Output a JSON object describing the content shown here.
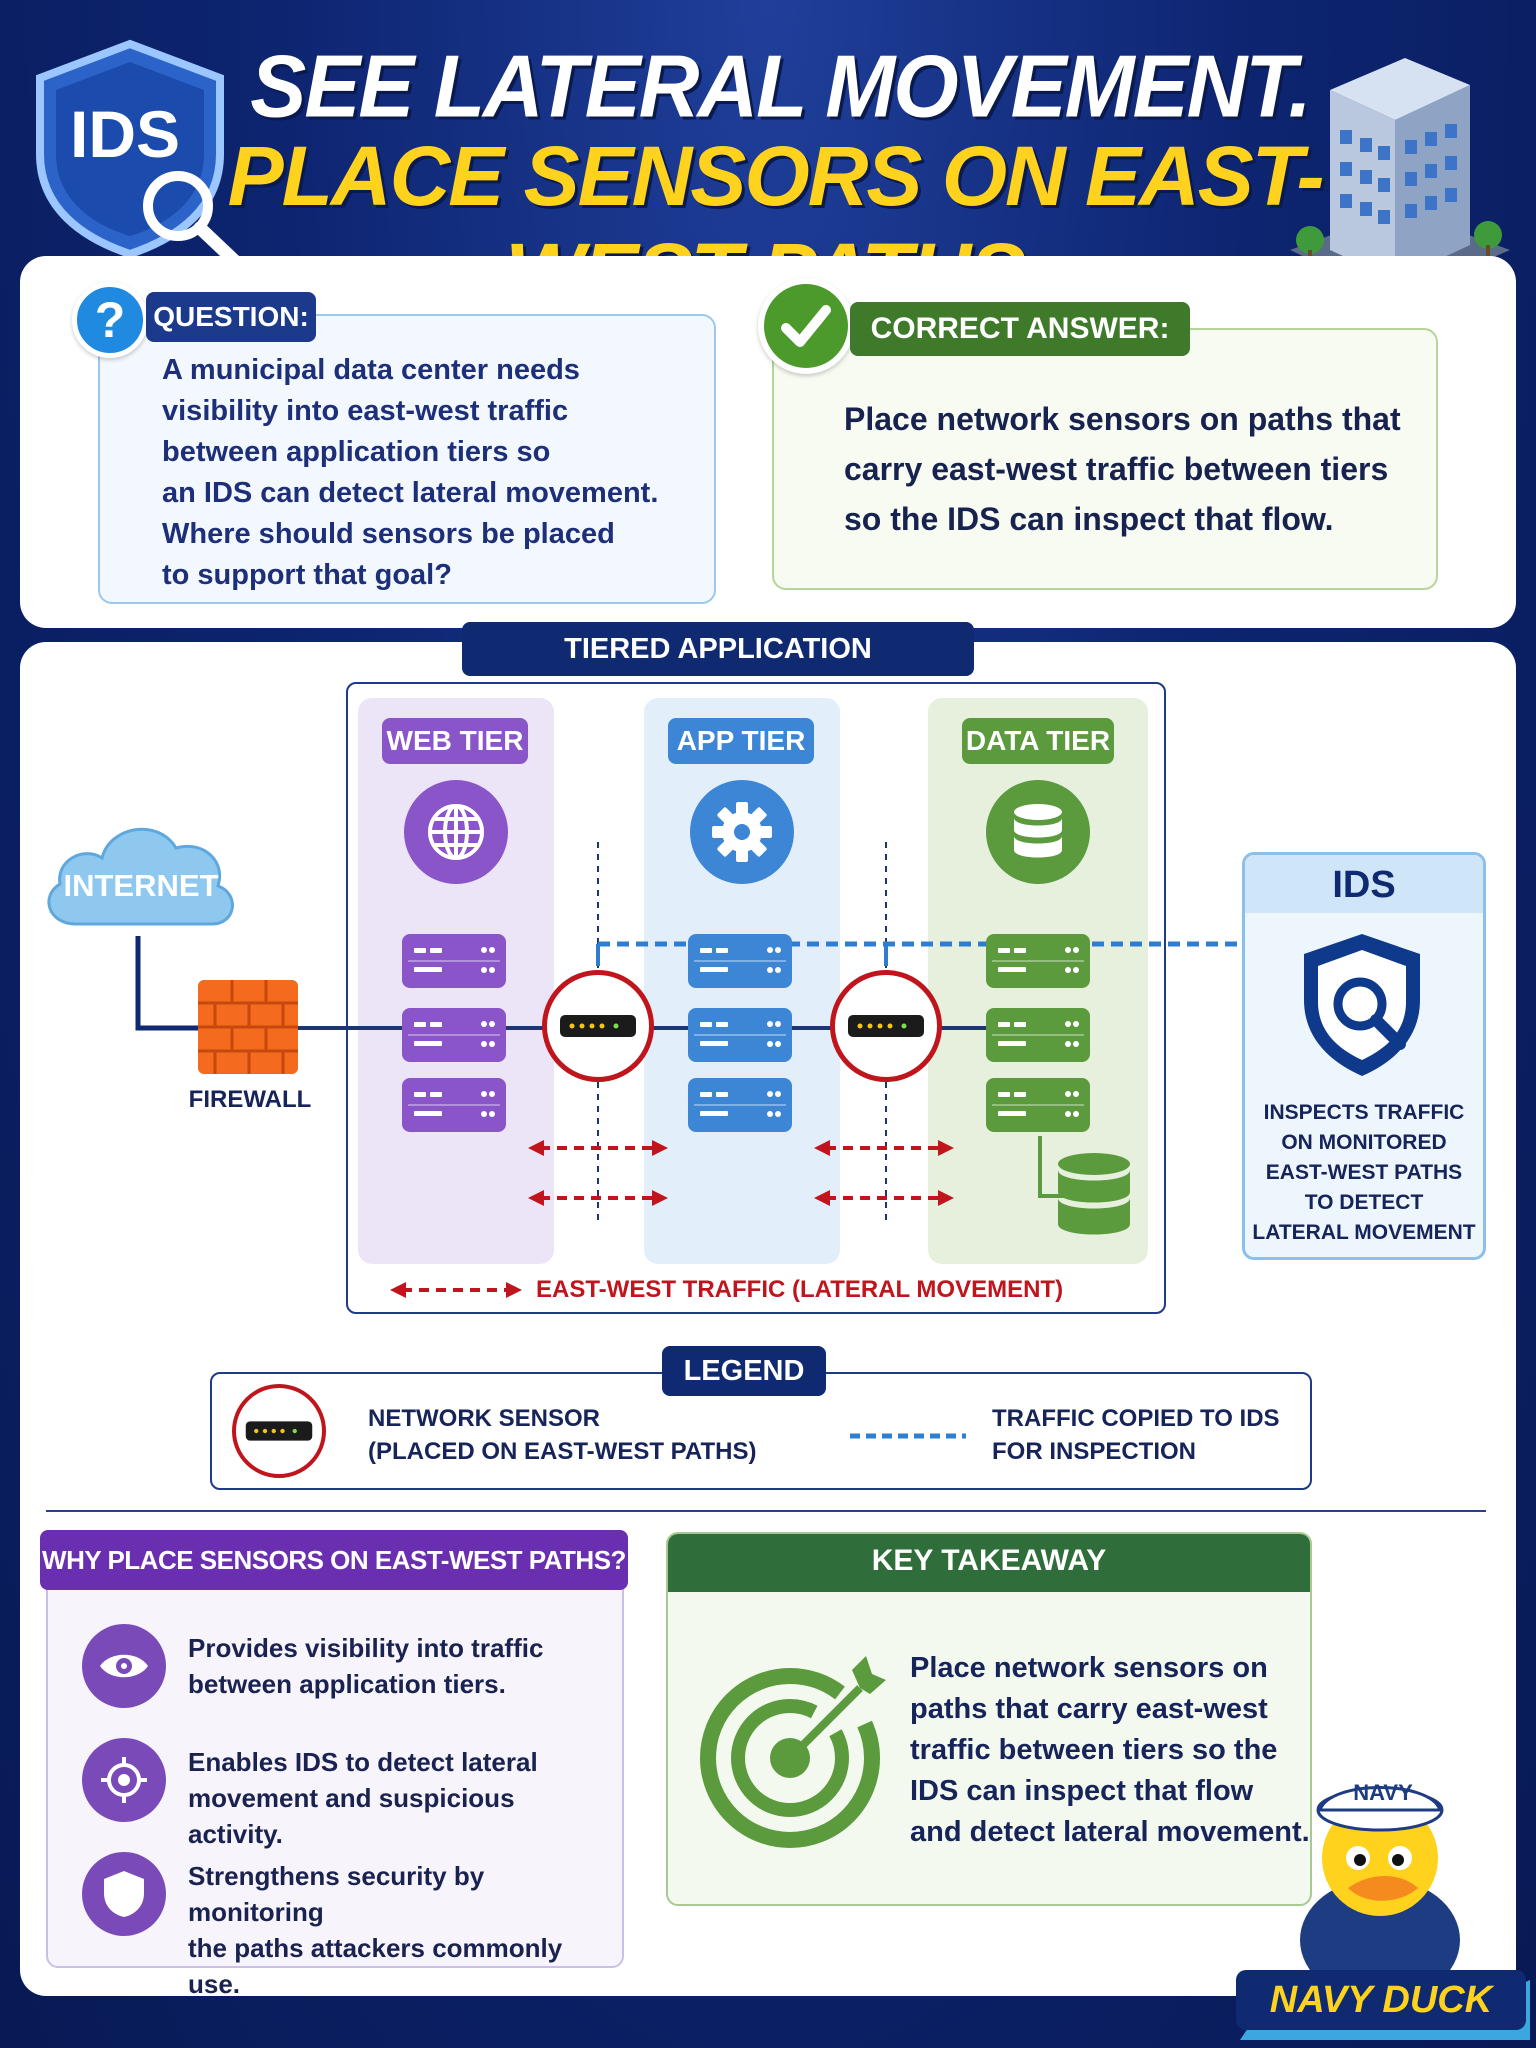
{
  "header": {
    "line1": "SEE LATERAL MOVEMENT.",
    "line2": "PLACE SENSORS ON EAST-WEST PATHS.",
    "badge_text": "IDS"
  },
  "question": {
    "label": "QUESTION:",
    "lines": [
      "A municipal data center needs",
      "visibility into east-west traffic",
      "between application tiers so",
      "an IDS can detect lateral movement.",
      "Where should sensors be placed",
      "to support that goal?"
    ]
  },
  "answer": {
    "label": "CORRECT ANSWER:",
    "lines": [
      "Place network sensors on paths that",
      "carry east-west traffic between tiers",
      "so the IDS can inspect that flow."
    ]
  },
  "architecture": {
    "title": "TIERED APPLICATION ARCHITECTURE",
    "internet_label": "INTERNET",
    "firewall_label": "FIREWALL",
    "tiers": [
      {
        "label": "WEB TIER",
        "icon": "globe-icon",
        "color": "#8a55c8"
      },
      {
        "label": "APP TIER",
        "icon": "gear-icon",
        "color": "#3d86d6"
      },
      {
        "label": "DATA TIER",
        "icon": "database-icon",
        "color": "#5c9a3e"
      }
    ],
    "ids": {
      "label": "IDS",
      "description": [
        "INSPECTS TRAFFIC",
        "ON MONITORED",
        "EAST-WEST PATHS",
        "TO DETECT",
        "LATERAL MOVEMENT"
      ]
    },
    "east_west_label": "EAST-WEST TRAFFIC (LATERAL MOVEMENT)"
  },
  "legend": {
    "title": "LEGEND",
    "sensor_lines": [
      "NETWORK SENSOR",
      "(PLACED ON EAST-WEST PATHS)"
    ],
    "copy_lines": [
      "TRAFFIC COPIED TO IDS",
      "FOR INSPECTION"
    ]
  },
  "why": {
    "title": "WHY PLACE SENSORS ON EAST-WEST PATHS?",
    "items": [
      {
        "icon": "eye-icon",
        "lines": [
          "Provides visibility into traffic",
          "between application tiers."
        ]
      },
      {
        "icon": "crosshair-icon",
        "lines": [
          "Enables IDS to detect lateral",
          "movement and suspicious activity."
        ]
      },
      {
        "icon": "shield-icon",
        "lines": [
          "Strengthens security by monitoring",
          "the paths attackers commonly use."
        ]
      }
    ]
  },
  "takeaway": {
    "title": "KEY TAKEAWAY",
    "lines": [
      "Place network sensors on",
      "paths that carry east-west",
      "traffic between tiers so the",
      "IDS can inspect that flow",
      "and detect lateral movement."
    ]
  },
  "mascot": {
    "hat_text": "NAVY",
    "brand": "NAVY DUCK"
  },
  "colors": {
    "navy": "#0d2470",
    "yellow": "#ffd21e",
    "purple": "#6a2fb0",
    "green": "#3f7a2a",
    "red": "#c0151c",
    "blue": "#2f7dd1"
  }
}
